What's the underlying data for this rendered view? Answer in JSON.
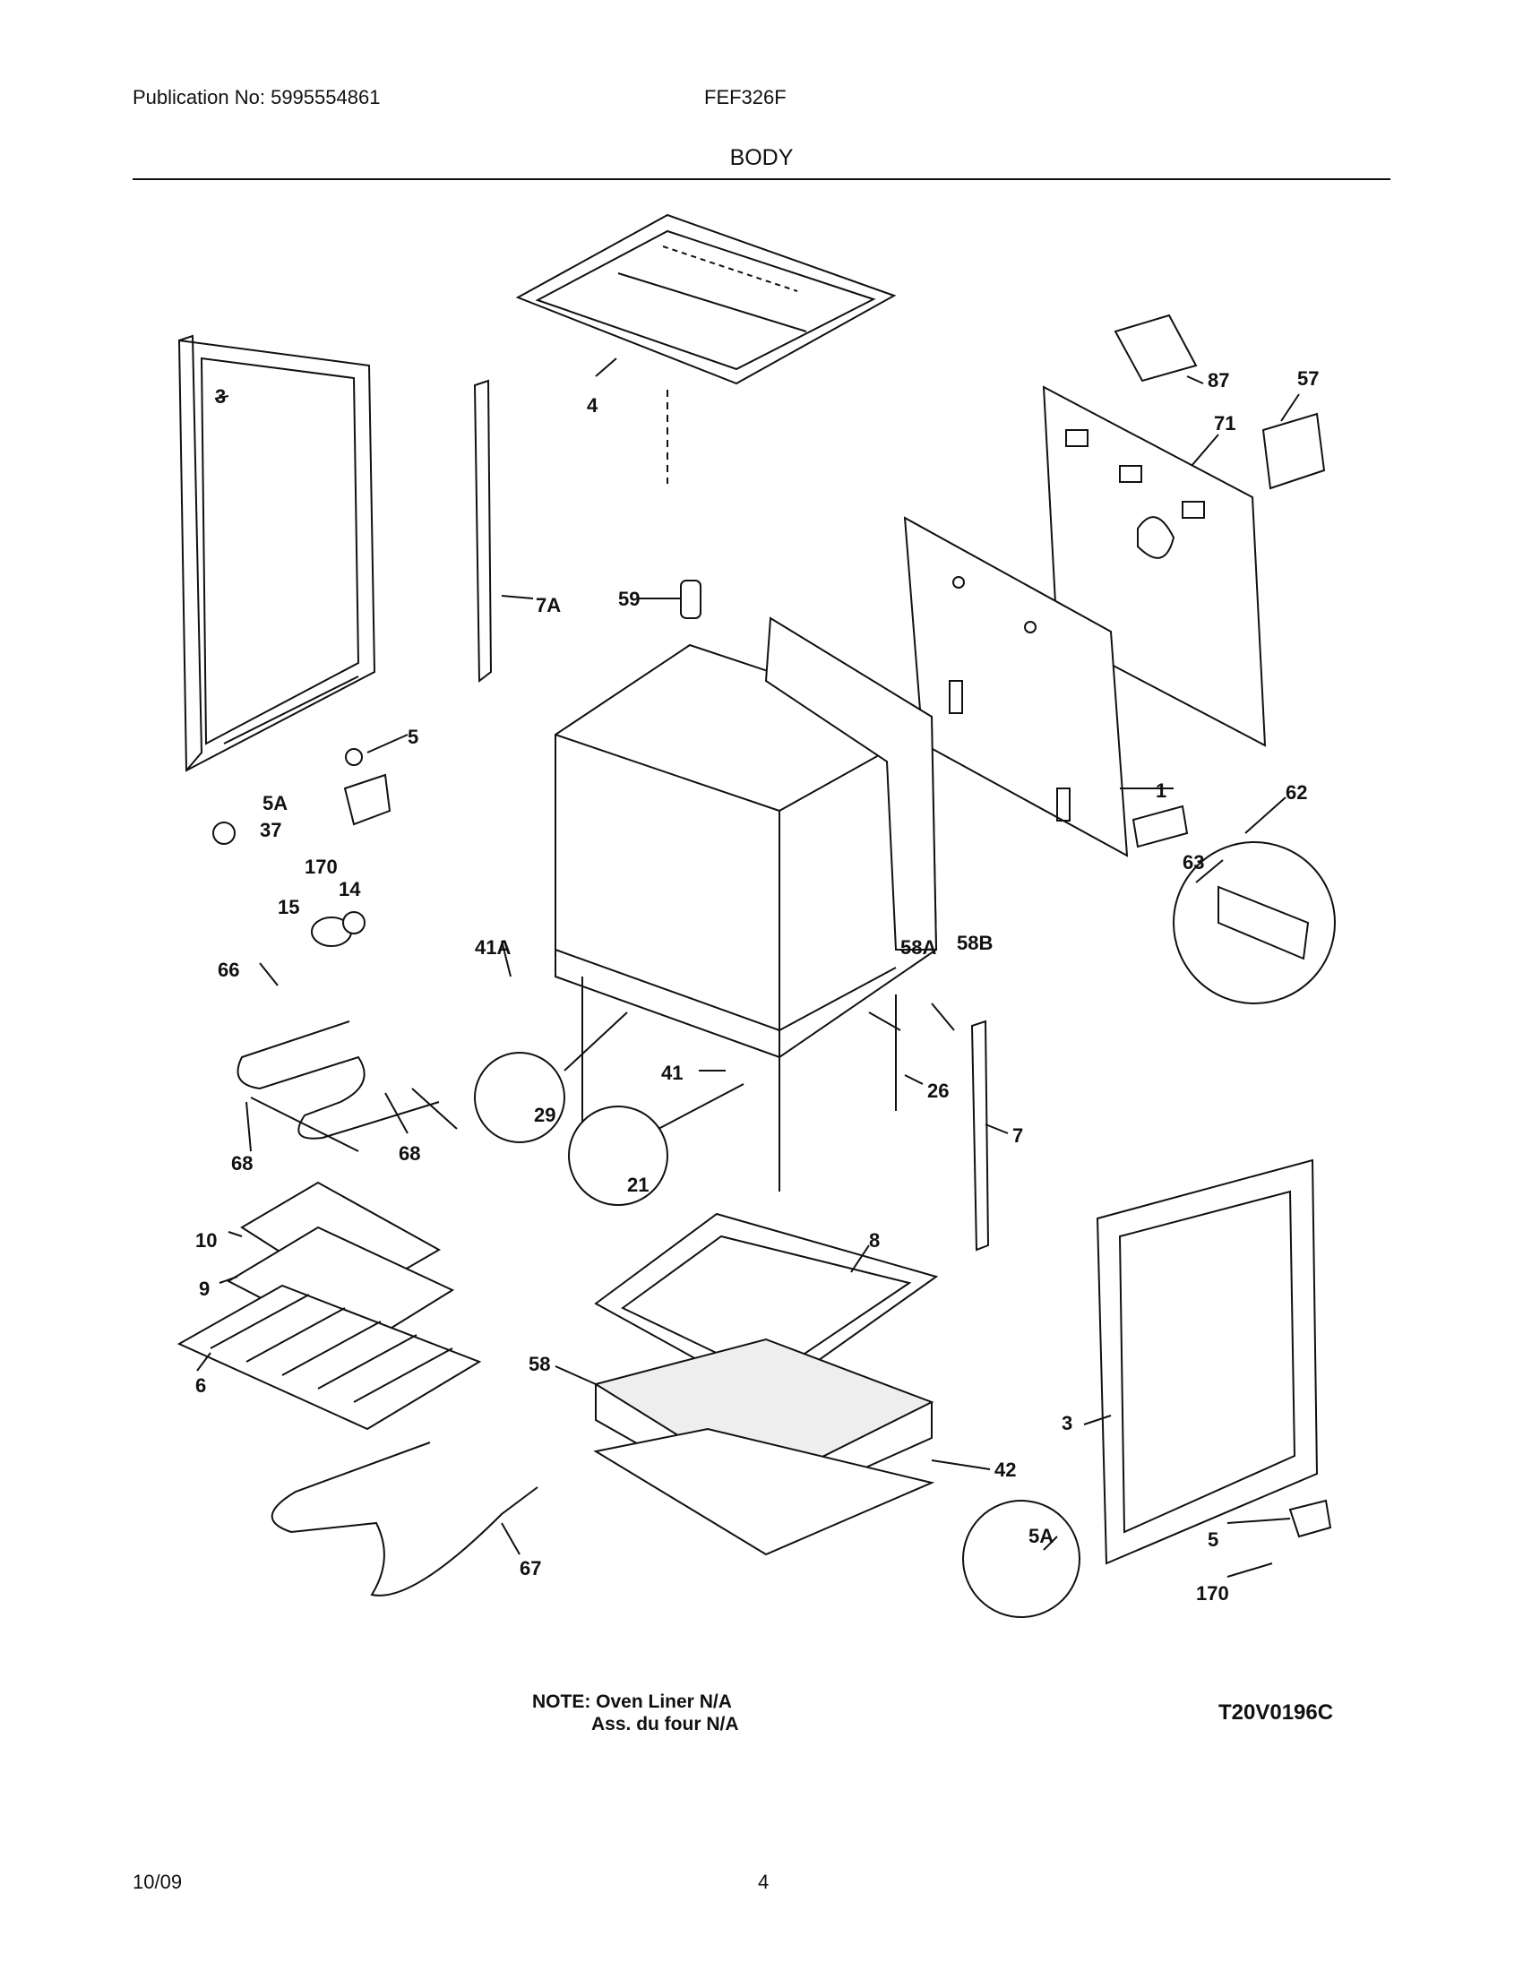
{
  "header": {
    "publication": "Publication No: 5995554861",
    "model": "FEF326F",
    "section": "BODY"
  },
  "callouts": [
    "3",
    "4",
    "87",
    "57",
    "71",
    "7A",
    "59",
    "5",
    "5A",
    "37",
    "170",
    "14",
    "15",
    "1",
    "62",
    "63",
    "41A",
    "58A",
    "58B",
    "66",
    "41",
    "26",
    "7",
    "29",
    "21",
    "68",
    "68",
    "10",
    "8",
    "9",
    "6",
    "58",
    "3",
    "42",
    "5A",
    "5",
    "67",
    "170"
  ],
  "note": {
    "line1": "NOTE: Oven Liner N/A",
    "line2": "Ass. du four N/A"
  },
  "diagram_code": "T20V0196C",
  "footer": {
    "date": "10/09",
    "page": "4"
  }
}
